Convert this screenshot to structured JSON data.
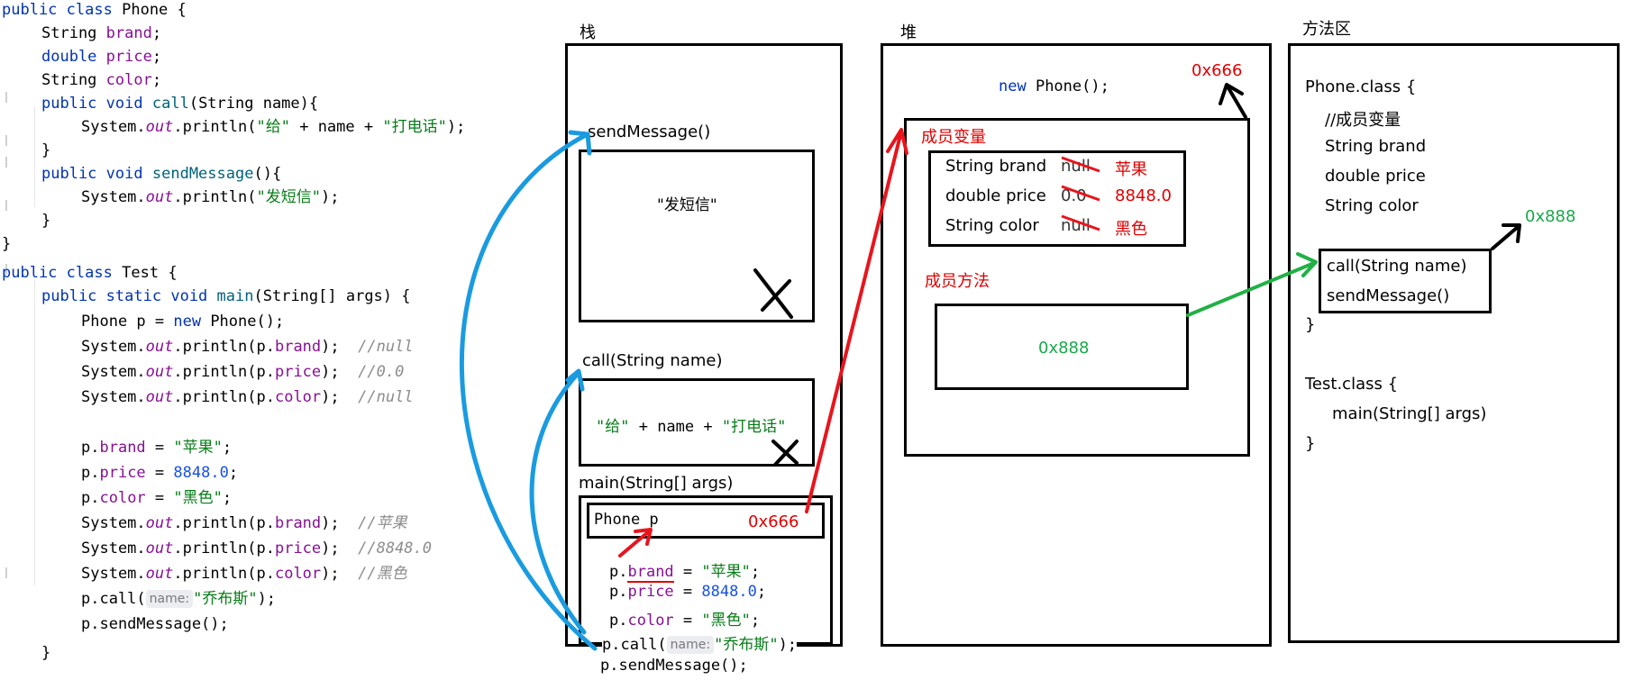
{
  "code": {
    "phone_class": {
      "decl": [
        "public",
        "class",
        "Phone",
        "{"
      ],
      "field1": [
        "String",
        "brand",
        ";"
      ],
      "field2": [
        "double",
        "price",
        ";"
      ],
      "field3": [
        "String",
        "color",
        ";"
      ],
      "call_sig": [
        "public",
        "void",
        "call",
        "(String name){"
      ],
      "call_body": [
        "System.",
        "out",
        ".println(",
        "\"给\"",
        " + name + ",
        "\"打电话\"",
        ");"
      ],
      "close1": "}",
      "send_sig": [
        "public",
        "void",
        "sendMessage",
        "(){"
      ],
      "send_body": [
        "System.",
        "out",
        ".println(",
        "\"发短信\"",
        ");"
      ],
      "close2": "}",
      "close3": "}"
    },
    "test_class": {
      "decl": [
        "public",
        "class",
        "Test",
        "{"
      ],
      "main_sig": [
        "public",
        "static",
        "void",
        "main",
        "(String[] args) {"
      ],
      "new_line": [
        "Phone p = ",
        "new",
        " Phone();"
      ],
      "p1": [
        "System.",
        "out",
        ".println(p.",
        "brand",
        ");",
        "//null"
      ],
      "p2": [
        "System.",
        "out",
        ".println(p.",
        "price",
        ");",
        "//0.0"
      ],
      "p3": [
        "System.",
        "out",
        ".println(p.",
        "color",
        ");",
        "//null"
      ],
      "a1": [
        "p.",
        "brand",
        " = ",
        "\"苹果\"",
        ";"
      ],
      "a2": [
        "p.",
        "price",
        " = ",
        "8848.0",
        ";"
      ],
      "a3": [
        "p.",
        "color",
        " = ",
        "\"黑色\"",
        ";"
      ],
      "p4": [
        "System.",
        "out",
        ".println(p.",
        "brand",
        ");",
        "//苹果"
      ],
      "p5": [
        "System.",
        "out",
        ".println(p.",
        "price",
        ");",
        "//8848.0"
      ],
      "p6": [
        "System.",
        "out",
        ".println(p.",
        "color",
        ");",
        "//黑色"
      ],
      "call": [
        "p.call(",
        "name:",
        "\"乔布斯\"",
        ");"
      ],
      "send": "p.sendMessage();",
      "close": "}"
    }
  },
  "stack": {
    "title": "栈",
    "send_frame": {
      "label": "sendMessage()",
      "body": "\"发短信\""
    },
    "call_frame": {
      "label": "call(String name)",
      "body": [
        "\"给\"",
        " + name + ",
        "\"打电话\""
      ]
    },
    "main_frame": {
      "label": "main(String[] args)",
      "var": "Phone p",
      "ref": "0x666",
      "l1": [
        "p.",
        "brand",
        " = ",
        "\"苹果\"",
        ";"
      ],
      "l2": [
        "p.",
        "price",
        " = ",
        "8848.0",
        ";"
      ],
      "l3": [
        "p.",
        "color",
        " = ",
        "\"黑色\"",
        ";"
      ],
      "l4": [
        "p.call(",
        "name:",
        "\"乔布斯\"",
        ");"
      ],
      "l5": "p.sendMessage();"
    }
  },
  "heap": {
    "title": "堆",
    "new_expr": [
      "new",
      " Phone();"
    ],
    "addr": "0x666",
    "member_vars_label": "成员变量",
    "fields": [
      {
        "name": "String brand",
        "old": "null",
        "new": "苹果"
      },
      {
        "name": "double price",
        "old": "0.0",
        "new": "8848.0"
      },
      {
        "name": "String color",
        "old": "null",
        "new": "黑色"
      }
    ],
    "member_methods_label": "成员方法",
    "method_ref": "0x888"
  },
  "method_area": {
    "title": "方法区",
    "phone_class": "Phone.class {",
    "comment": "//成员变量",
    "fields": [
      "String brand",
      "double price",
      "String color"
    ],
    "methods_addr": "0x888",
    "methods": [
      "call(String name)",
      "sendMessage()"
    ],
    "close1": "}",
    "test_class": "Test.class {",
    "main": "main(String[] args)",
    "close2": "}"
  },
  "colors": {
    "blue_arrow": "#1a9be0",
    "red_arrow": "#e8141c",
    "green_arrow": "#22b046",
    "black": "#000000"
  }
}
